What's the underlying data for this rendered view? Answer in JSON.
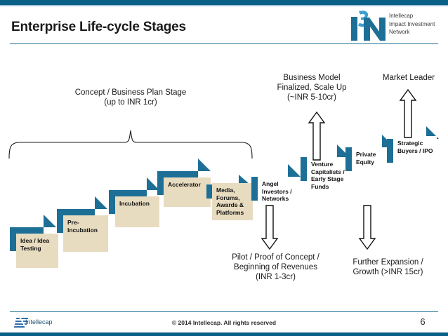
{
  "slide": {
    "title": "Enterprise Life-cycle Stages",
    "page_number": "6",
    "copyright": "© 2014 Intellecap. All rights reserved",
    "accent_color": "#0a5f87",
    "step_blue": "#1d6f96",
    "step_fill_beige": "#e8dcc0",
    "step_fill_white": "#ffffff"
  },
  "brand": {
    "mark": "i3n-logo",
    "line1": "Intellecap",
    "line2": "Impact Investment",
    "line3": "Network"
  },
  "footer": {
    "logo_name": "intellecap-logo",
    "logo_text": "Intellecap"
  },
  "captions": {
    "concept": "Concept / Business Plan Stage\n(up to INR 1cr)",
    "concept_line1": "Concept / Business Plan Stage",
    "concept_line2": "(up to INR 1cr)",
    "business_model_line1": "Business Model",
    "business_model_line2": "Finalized, Scale Up",
    "business_model_line3": "(~INR 5-10cr)",
    "market_leader": "Market Leader",
    "pilot_line1": "Pilot / Proof of Concept /",
    "pilot_line2": "Beginning of Revenues",
    "pilot_line3": "(INR 1-3cr)",
    "further_line1": "Further Expansion /",
    "further_line2": "Growth (>INR 15cr)"
  },
  "steps": [
    {
      "label": "Idea / Idea Testing",
      "fill": "beige"
    },
    {
      "label": "Pre-Incubation",
      "fill": "beige"
    },
    {
      "label": "Incubation",
      "fill": "beige"
    },
    {
      "label": "Accelerator",
      "fill": "beige"
    },
    {
      "label": "Media, Forums, Awards & Platforms",
      "fill": "beige"
    },
    {
      "label": "Angel Investors / Networks",
      "fill": "white"
    },
    {
      "label": "Venture Capitalists / Early Stage Funds",
      "fill": "white"
    },
    {
      "label": "Private Equity",
      "fill": "white"
    },
    {
      "label": "Strategic Buyers / IPO",
      "fill": "white"
    }
  ],
  "arrows": [
    {
      "name": "arrow-up-business-model",
      "direction": "up"
    },
    {
      "name": "arrow-up-market-leader",
      "direction": "up"
    },
    {
      "name": "arrow-down-pilot",
      "direction": "down"
    },
    {
      "name": "arrow-down-further",
      "direction": "down"
    }
  ]
}
